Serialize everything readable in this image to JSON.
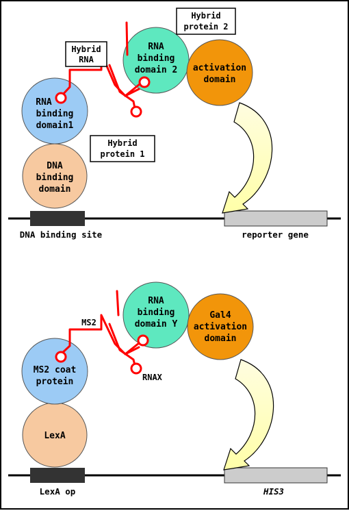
{
  "colors": {
    "rna_binding_domain_1": "#9ccbf5",
    "dna_binding_domain": "#f7c9a0",
    "rna_binding_domain_2": "#5ee8bf",
    "activation_domain": "#f2950a",
    "rna_strand": "#ff0000",
    "arrow_fill": "#ffffc8",
    "site_box": "#333333",
    "reporter_box": "#cccccc",
    "frame": "#000000"
  },
  "top_panel": {
    "hybrid_rna_label": [
      "Hybrid",
      "RNA"
    ],
    "hybrid_protein_2_label": [
      "Hybrid",
      "protein 2"
    ],
    "hybrid_protein_1_label": [
      "Hybrid",
      "protein 1"
    ],
    "rna_binding_domain_1": [
      "RNA",
      "binding",
      "domain1"
    ],
    "dna_binding_domain": [
      "DNA",
      "binding",
      "domain"
    ],
    "rna_binding_domain_2": [
      "RNA",
      "binding",
      "domain 2"
    ],
    "activation_domain": [
      "activation",
      "domain"
    ],
    "dna_site_label": "DNA binding site",
    "reporter_label": "reporter gene"
  },
  "bottom_panel": {
    "ms2_label": "MS2",
    "rnax_label": "RNAX",
    "ms2_coat_protein": [
      "MS2 coat",
      "protein"
    ],
    "lexa": [
      "LexA"
    ],
    "rna_binding_domain_y": [
      "RNA",
      "binding",
      "domain Y"
    ],
    "gal4_activation_domain": [
      "Gal4",
      "activation",
      "domain"
    ],
    "lexa_op_label": "LexA op",
    "his3_label": "HIS3"
  }
}
